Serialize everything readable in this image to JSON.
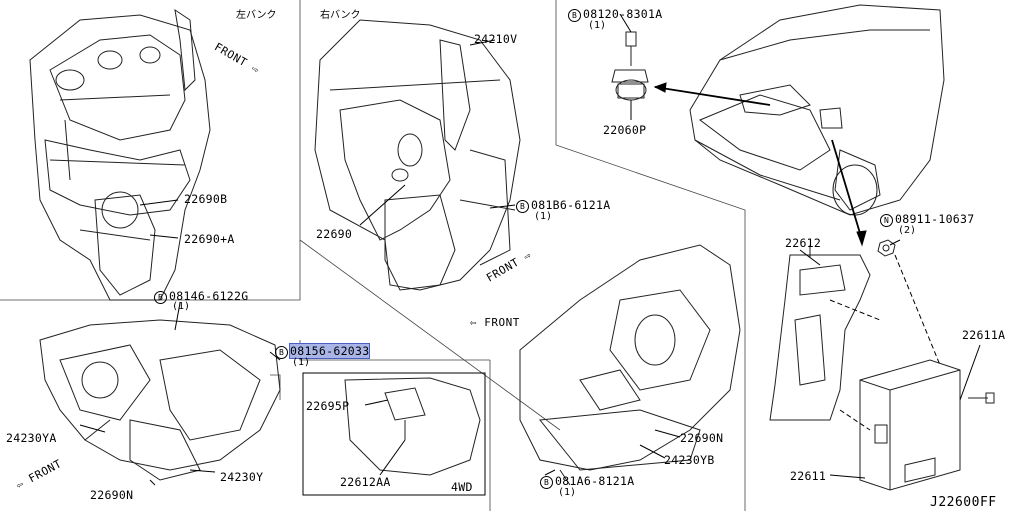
{
  "headers": {
    "left_bank": "左バンク",
    "right_bank": "右バンク"
  },
  "fronts": {
    "f1": "FRONT",
    "f2": "FRONT",
    "f3": "FRONT",
    "f4": "FRONT"
  },
  "parts": {
    "p22690B": "22690B",
    "p22690A": "22690+A",
    "p24210V": "24210V",
    "p22690": "22690",
    "b08120": "08120-8301A",
    "b08120q": "(1)",
    "p22060P": "22060P",
    "b081B6": "081B6-6121A",
    "b081B6q": "(1)",
    "n08911": "08911-10637",
    "n08911q": "(2)",
    "p22612": "22612",
    "p22611A": "22611A",
    "p22611": "22611",
    "b08146": "08146-6122G",
    "b08146q": "(1)",
    "b08156": "08156-62033",
    "b08156q": "(1)",
    "p24230YA": "24230YA",
    "p24230Y": "24230Y",
    "p22690N_l": "22690N",
    "p22695P": "22695P",
    "p22612AA": "22612AA",
    "wd": "4WD",
    "p22690N_r": "22690N",
    "p24230YB": "24230YB",
    "b081A6": "081A6-8121A",
    "b081A6q": "(1)"
  },
  "badges": {
    "b": "B",
    "n": "N"
  },
  "diagram_code": "J22600FF"
}
